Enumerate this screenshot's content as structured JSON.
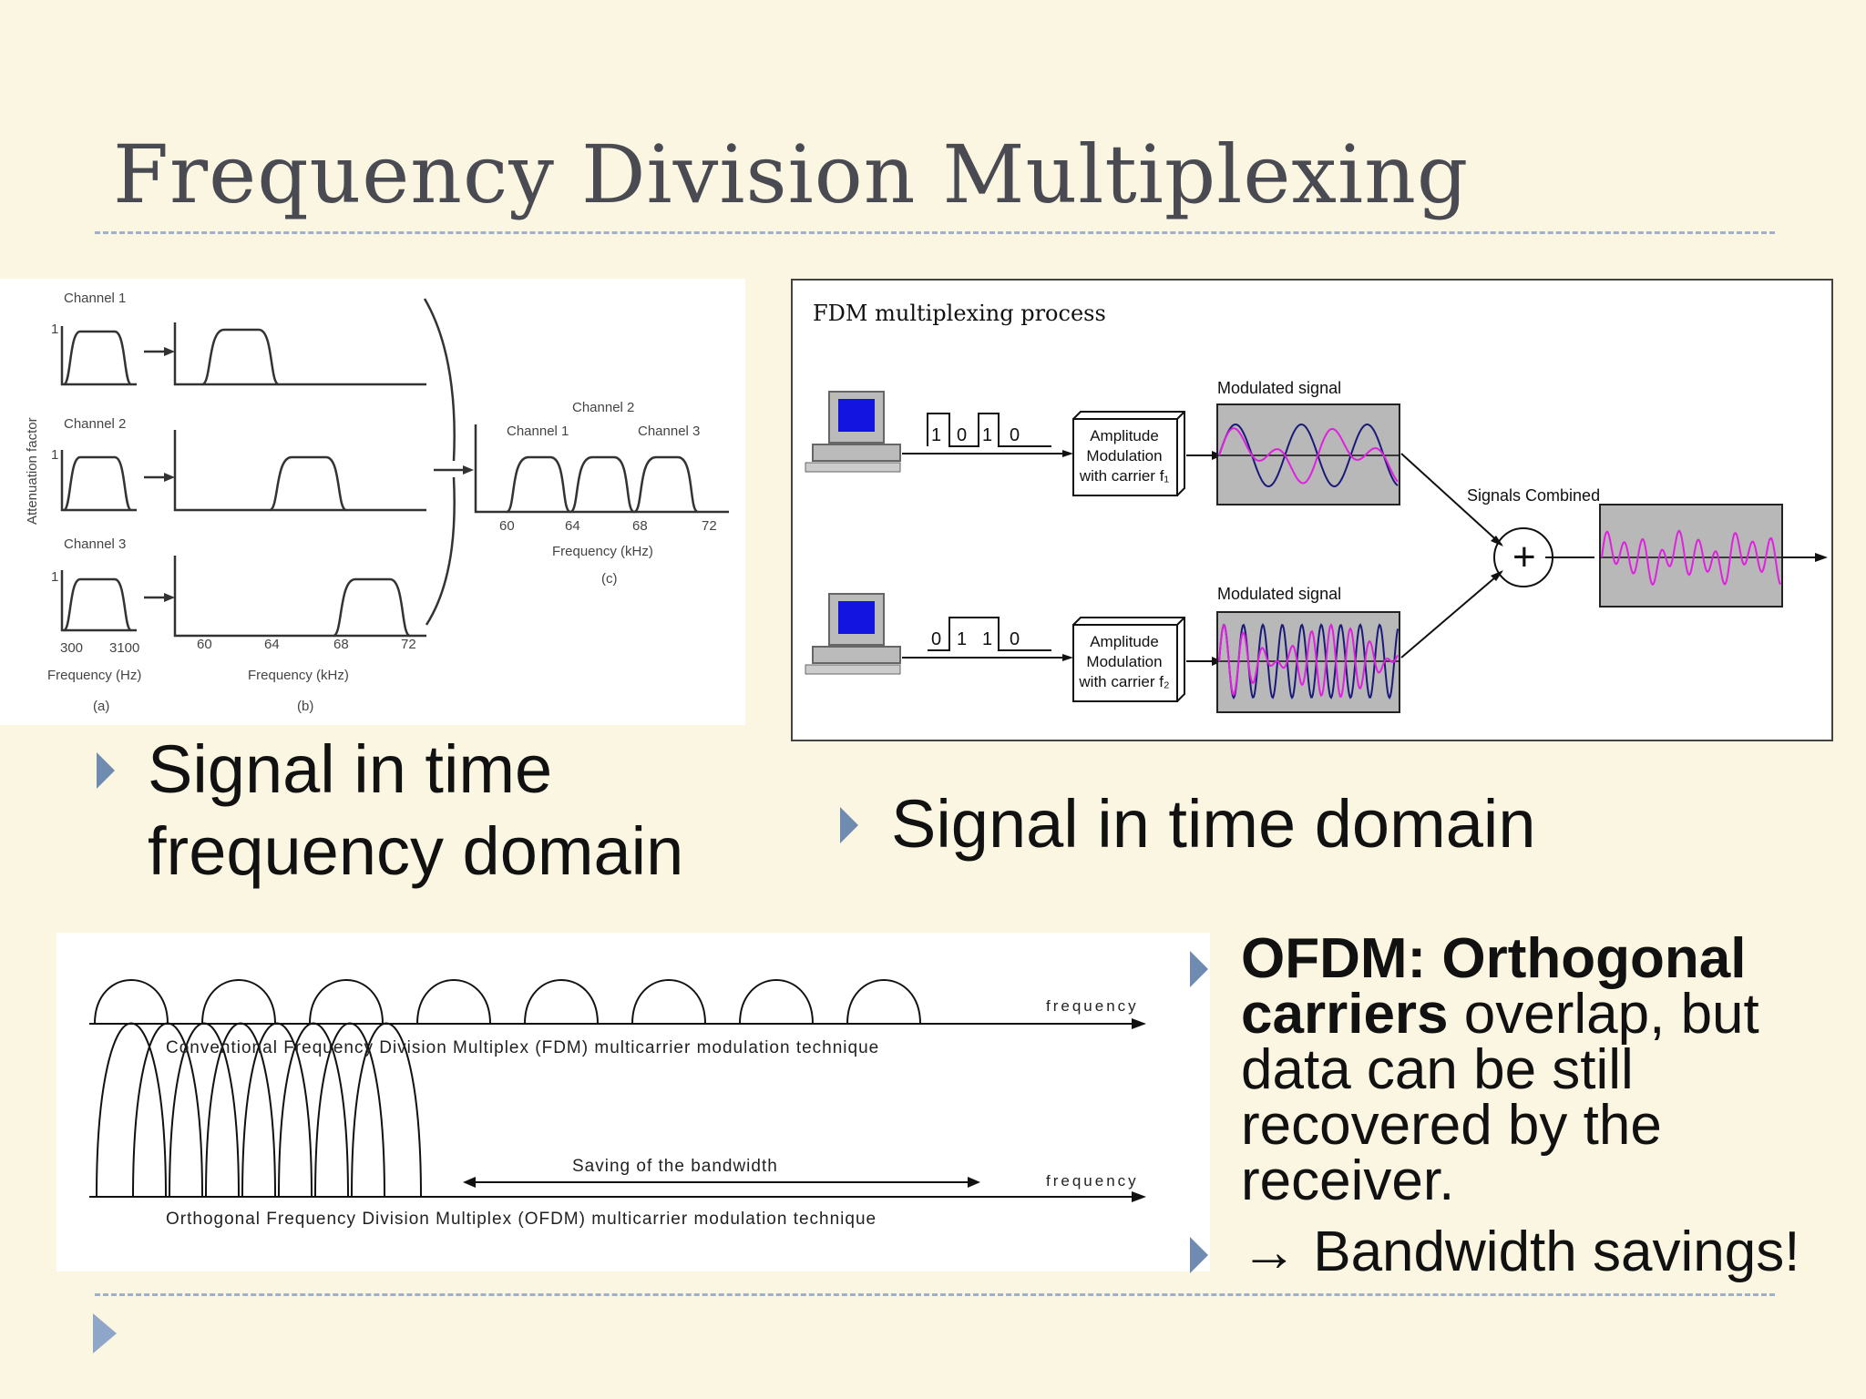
{
  "slide": {
    "title": "Frequency Division Multiplexing"
  },
  "fig_freq": {
    "channel1": "Channel 1",
    "channel2": "Channel 2",
    "channel3": "Channel 3",
    "yaxis": "Attenuation factor",
    "one": "1",
    "x300": "300",
    "x3100": "3100",
    "freq_hz": "Frequency (Hz)",
    "freq_khz": "Frequency (kHz)",
    "lbl_a": "(a)",
    "lbl_b": "(b)",
    "lbl_c": "(c)",
    "t60": "60",
    "t64": "64",
    "t68": "68",
    "t72": "72"
  },
  "fig_time": {
    "heading": "FDM multiplexing process",
    "mod1": "Modulated signal",
    "mod2": "Modulated signal",
    "combined": "Signals Combined",
    "bits1": [
      "1",
      "0",
      "1",
      "0"
    ],
    "bits2": [
      "0",
      "1",
      "1",
      "0"
    ],
    "box_line1": "Amplitude",
    "box_line2": "Modulation",
    "box_line3_1": "with carrier f₁",
    "box_line3_2": "with carrier f₂",
    "plus": "+"
  },
  "bullets": {
    "left_line1": "Signal in time",
    "left_line2": "frequency domain",
    "right": "Signal in time domain"
  },
  "fig_ofdm": {
    "freq1": "frequency",
    "freq2": "frequency",
    "fdm_caption": "Conventional Frequency Division Multiplex (FDM) multicarrier modulation technique",
    "saving": "Saving of the bandwidth",
    "ofdm_caption": "Orthogonal Frequency Division Multiplex (OFDM) multicarrier modulation technique"
  },
  "ofdm_text": {
    "bold": "OFDM: Orthogonal carriers",
    "rest": " overlap, but data can be still recovered by the receiver.",
    "savings": "→ Bandwidth savings!"
  }
}
